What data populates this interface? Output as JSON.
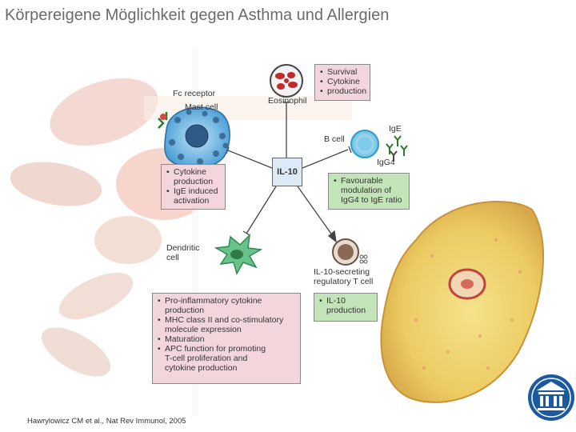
{
  "title": "Körpereigene Möglichkeit gegen Asthma und Allergien",
  "center": "IL-10",
  "cells": {
    "eosinophil": "Eosinophil",
    "fc_receptor": "Fc receptor",
    "mast_cell": "Mast cell",
    "b_cell": "B cell",
    "ige": "IgE",
    "igg4": "IgG4",
    "dendritic_line1": "Dendritic",
    "dendritic_line2": "cell",
    "treg_line1": "IL-10-secreting",
    "treg_line2": "regulatory T cell"
  },
  "boxes": {
    "eosinophil": [
      "Survival",
      "Cytokine",
      "production"
    ],
    "mast": [
      "Cytokine",
      "production",
      "IgE induced",
      "activation"
    ],
    "bcell": [
      "Favourable",
      "modulation of",
      "IgG4 to IgE ratio"
    ],
    "treg": [
      "IL-10",
      "production"
    ],
    "dendritic": [
      "Pro-inflammatory cytokine",
      "production",
      "MHC class II and co-stimulatory",
      "molecule expression",
      "Maturation",
      "APC function for promoting",
      "T-cell proliferation and",
      "cytokine production"
    ]
  },
  "citation": "Hawrylowicz CM et al., Nat Rev Immunol, 2005",
  "colors": {
    "pink_box": "#f3d6dc",
    "green_box": "#c3e4b8",
    "il10_box": "#dbeaf6",
    "title": "#6b6b6b"
  },
  "icons": {
    "logo": "institution-columns-icon"
  }
}
